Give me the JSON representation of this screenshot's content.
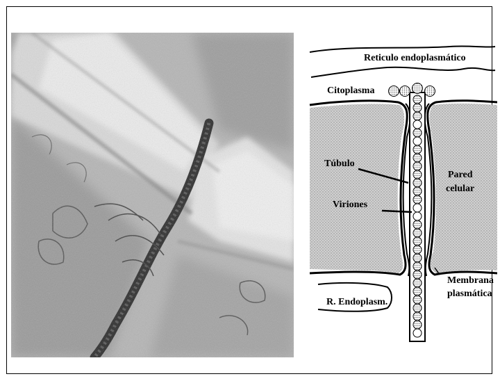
{
  "figure": {
    "labels": {
      "reticulo": "Reticulo endoplasmático",
      "citoplasma": "Citoplasma",
      "tubulo": "Túbulo",
      "viriones": "Viriones",
      "pared_line1": "Pared",
      "pared_line2": "celular",
      "membrana_line1": "Membrana",
      "membrana_line2": "plasmática",
      "r_endoplasm": "R. Endoplasm."
    }
  }
}
